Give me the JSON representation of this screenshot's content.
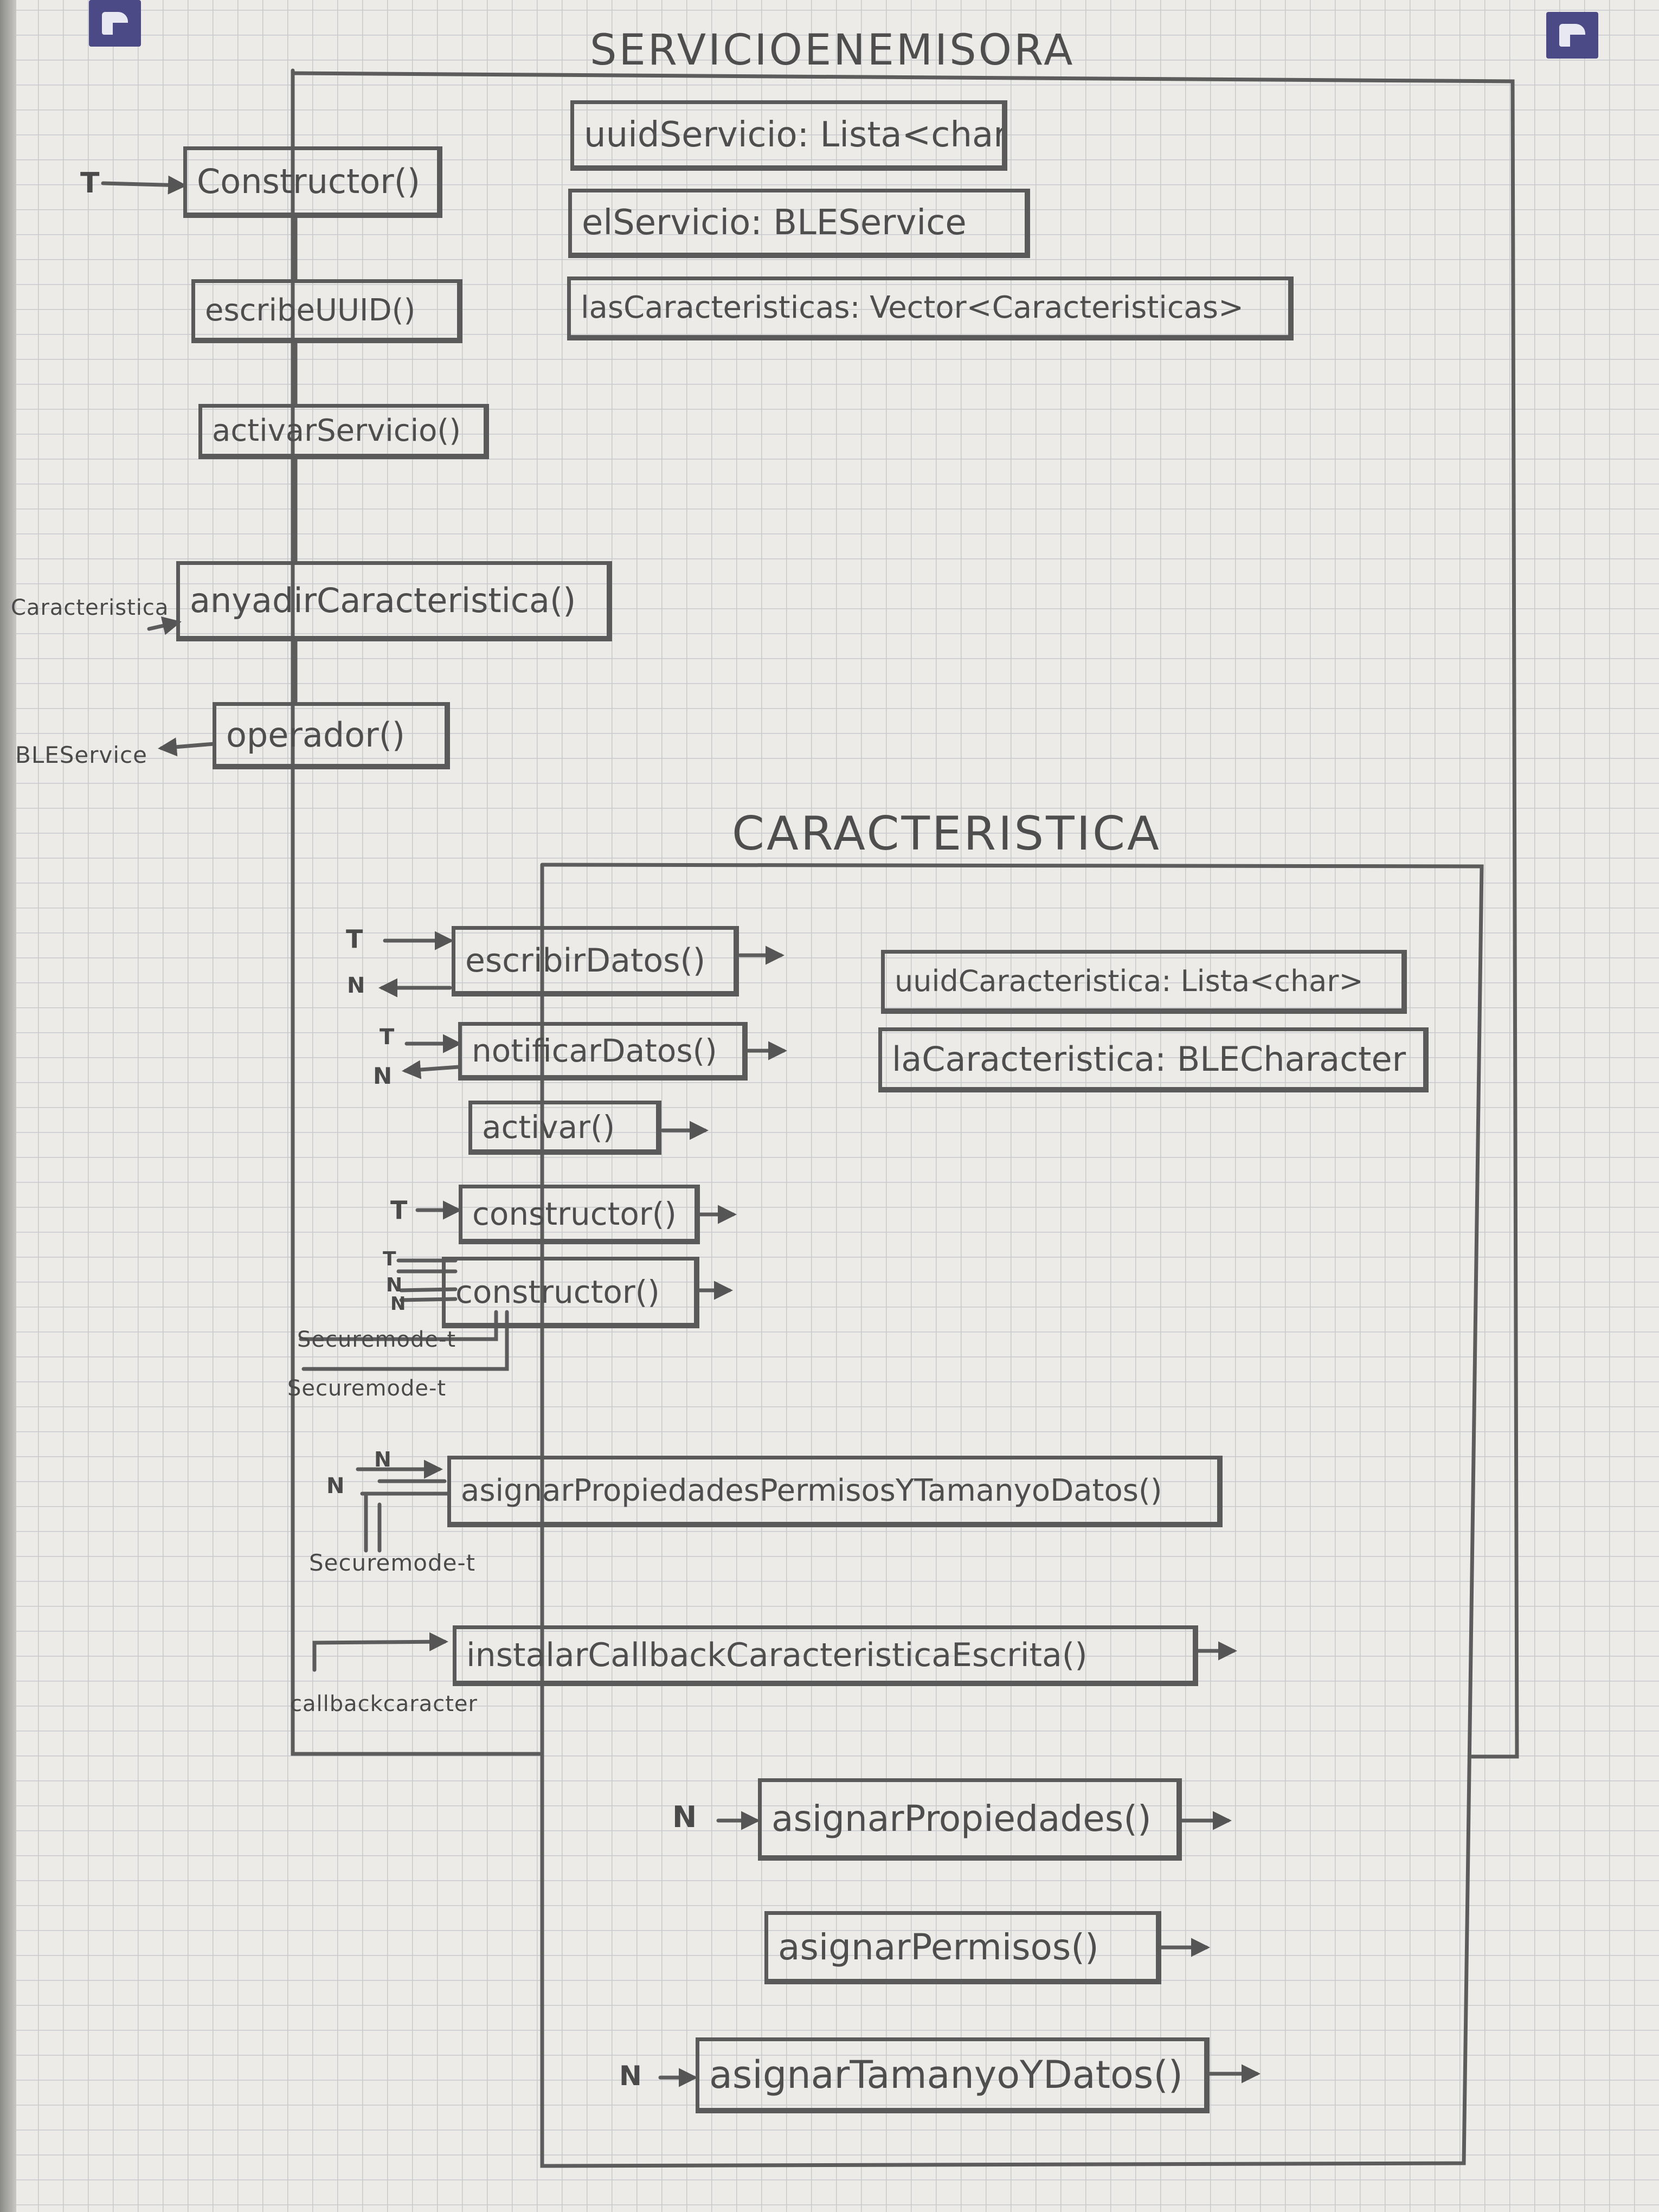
{
  "outer": {
    "title": "SERVICIOENEMISORA",
    "attributes": [
      "uuidServicio: Lista<char>",
      "elServicio: BLEService",
      "lasCaracteristicas: Vector<Caracteristicas>"
    ],
    "methods": {
      "constructor": "Constructor()",
      "escribe_uuid": "escribeUUID()",
      "activar_servicio": "activarServicio()",
      "anyadir_caracteristica": "anyadirCaracteristica()",
      "operador": "operador()"
    },
    "params": {
      "constructor_in": "T",
      "anyadir_in": "Caracteristica",
      "operador_out": "BLEService"
    }
  },
  "inner": {
    "title": "CARACTERISTICA",
    "attributes": [
      "uuidCaracteristica: Lista<char>",
      "laCaracteristica: BLECharacter"
    ],
    "methods": {
      "escribir_datos": "escribirDatos()",
      "notificar_datos": "notificarDatos()",
      "activar": "activar()",
      "constructor_1": "constructor()",
      "constructor_2": "constructor()",
      "asignar_ppt": "asignarPropiedadesPermisosYTamanyoDatos()",
      "instalar_callback": "instalarCallbackCaracteristicaEscrita()",
      "asignar_propiedades": "asignarPropiedades()",
      "asignar_permisos": "asignarPermisos()",
      "asignar_tamanyo": "asignarTamanyoYDatos()"
    },
    "params": {
      "t": "T",
      "n": "N",
      "securemode_1": "Securemode-t",
      "securemode_2": "Securemode-t",
      "securemode_3": "Securemode-t",
      "callback": "callbackcaracter"
    }
  },
  "colors": {
    "pencil": "#5a5a5a",
    "grid": "#c8c9cc",
    "paper": "#ecebe7",
    "corner_tabs": "#4b4a86"
  }
}
